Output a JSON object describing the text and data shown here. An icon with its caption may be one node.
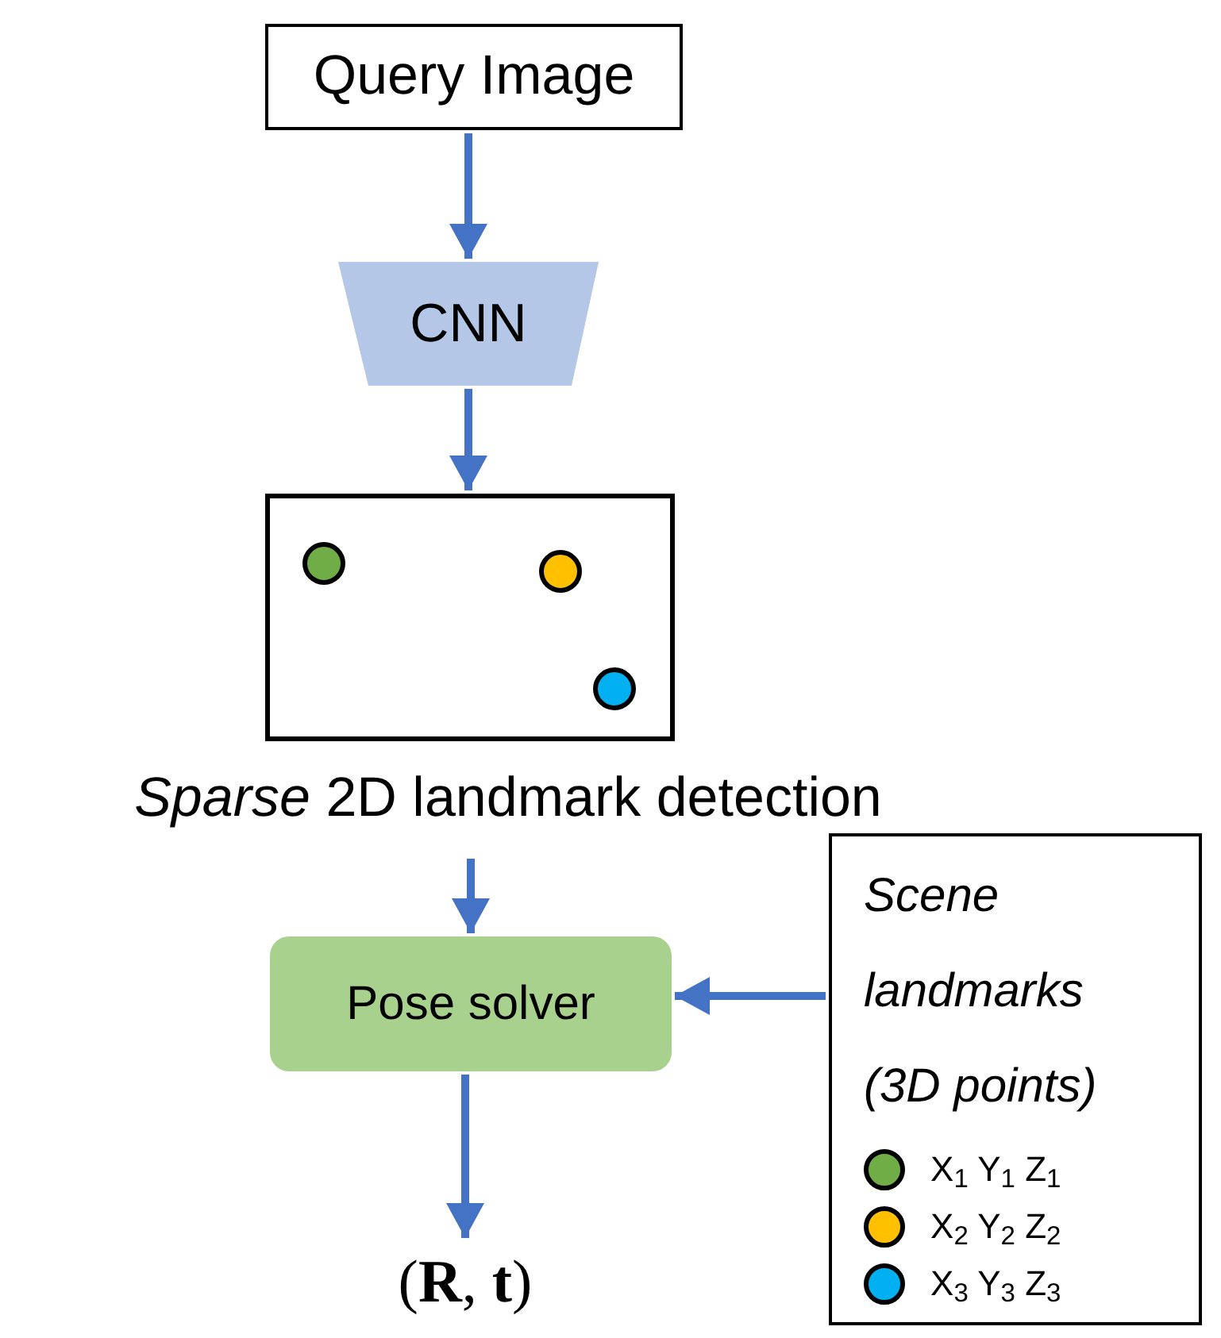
{
  "diagram": {
    "nodes": [
      {
        "text": [
          "Query Image"
        ]
      },
      {
        "text": [
          "CNN"
        ]
      },
      {
        "text": [],
        "shape": "box",
        "beside": [
          "*Sparse* 2D landmark detection"
        ]
      },
      {
        "text": [
          "Pose solver"
        ]
      },
      {
        "text": [
          "Scene landmarks (3D points)"
        ]
      },
      {
        "text": [
          "(**R**, **t**)"
        ]
      }
    ],
    "edges": [
      {
        "from": 0,
        "to": 1,
        "arrow": "to"
      },
      {
        "from": 1,
        "to": 2,
        "arrow": "to"
      },
      {
        "from": 2,
        "to": 3,
        "arrow": "to"
      },
      {
        "from": 4,
        "to": 3,
        "arrow": "to"
      },
      {
        "from": 3,
        "to": 5,
        "arrow": "to"
      }
    ],
    "legend": [
      {
        "text": "X$_{1}$ Y$_{1}$ Z$_{1}$",
        "color": "#70ad47"
      },
      {
        "text": "X$_{2}$ Y$_{2}$ Z$_{2}$",
        "color": "#ffc000"
      },
      {
        "text": "X$_{3}$ Y$_{3}$ Z$_{3}$",
        "color": "#00b0f0"
      }
    ]
  }
}
